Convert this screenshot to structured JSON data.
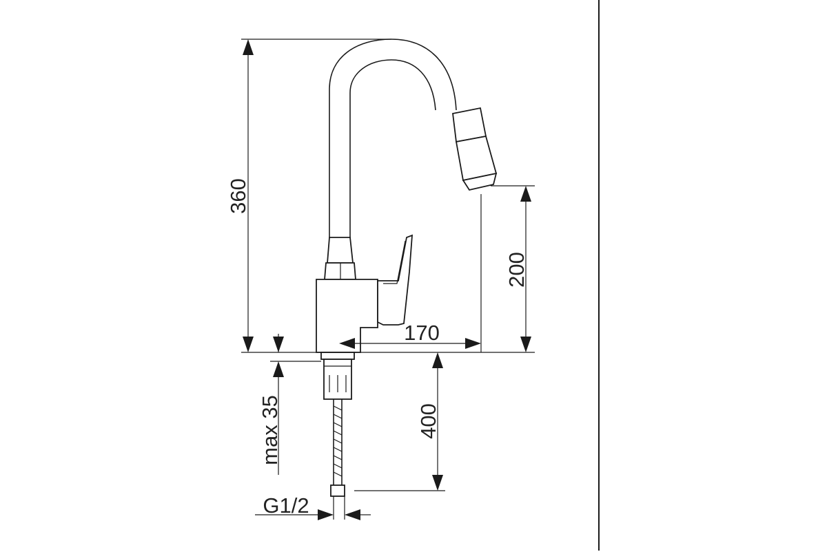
{
  "dimensions": {
    "total_height": "360",
    "spout_height": "200",
    "spout_reach": "170",
    "mount_thickness": "max 35",
    "hose_length": "400",
    "thread": "G1/2"
  },
  "colors": {
    "line": "#1a1a1a",
    "background": "#ffffff"
  }
}
